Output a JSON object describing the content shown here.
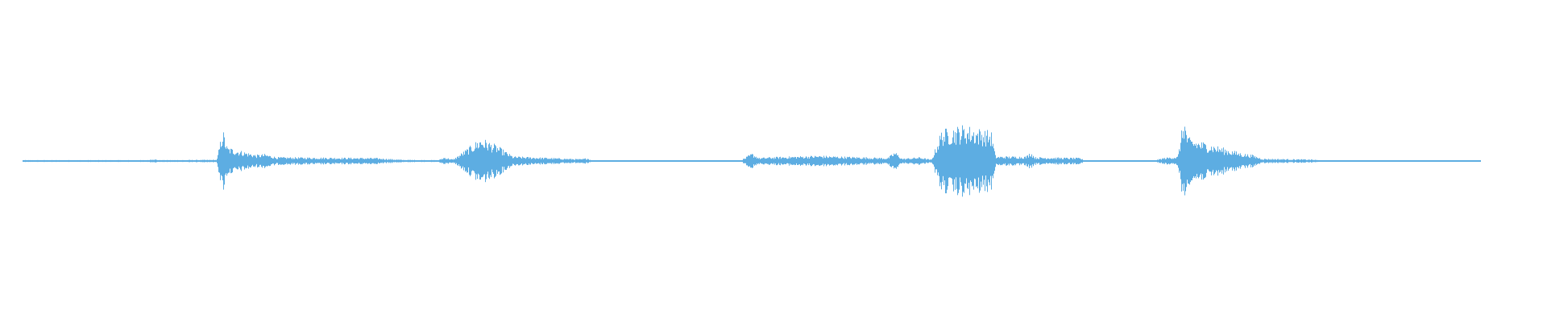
{
  "chart_data": {
    "type": "area",
    "kind": "audio-waveform",
    "color": "#5DADE2",
    "background": "#FFFFFF",
    "grid": false,
    "legend": "none",
    "ylim": [
      -1,
      1
    ],
    "envelope": [
      [
        0,
        0.006
      ],
      [
        0.086,
        0.006
      ],
      [
        0.089,
        0.014
      ],
      [
        0.093,
        0.006
      ],
      [
        0.133,
        0.008
      ],
      [
        0.137,
        0.21
      ],
      [
        0.14,
        0.09
      ],
      [
        0.16,
        0.04
      ],
      [
        0.166,
        0.045
      ],
      [
        0.174,
        0.025
      ],
      [
        0.241,
        0.02
      ],
      [
        0.26,
        0.008
      ],
      [
        0.285,
        0.006
      ],
      [
        0.289,
        0.025
      ],
      [
        0.295,
        0.01
      ],
      [
        0.306,
        0.09
      ],
      [
        0.314,
        0.15
      ],
      [
        0.325,
        0.1
      ],
      [
        0.336,
        0.03
      ],
      [
        0.383,
        0.012
      ],
      [
        0.387,
        0.02
      ],
      [
        0.39,
        0.004
      ],
      [
        0.492,
        0.004
      ],
      [
        0.495,
        0.02
      ],
      [
        0.5,
        0.05
      ],
      [
        0.505,
        0.02
      ],
      [
        0.512,
        0.025
      ],
      [
        0.546,
        0.035
      ],
      [
        0.559,
        0.03
      ],
      [
        0.593,
        0.02
      ],
      [
        0.598,
        0.06
      ],
      [
        0.603,
        0.015
      ],
      [
        0.615,
        0.025
      ],
      [
        0.623,
        0.008
      ],
      [
        0.63,
        0.2
      ],
      [
        0.645,
        0.23
      ],
      [
        0.664,
        0.19
      ],
      [
        0.667,
        0.03
      ],
      [
        0.688,
        0.03
      ],
      [
        0.691,
        0.06
      ],
      [
        0.694,
        0.025
      ],
      [
        0.725,
        0.02
      ],
      [
        0.728,
        0.004
      ],
      [
        0.776,
        0.004
      ],
      [
        0.782,
        0.02
      ],
      [
        0.792,
        0.03
      ],
      [
        0.796,
        0.29
      ],
      [
        0.799,
        0.15
      ],
      [
        0.836,
        0.05
      ],
      [
        0.843,
        0.04
      ],
      [
        0.85,
        0.015
      ],
      [
        0.884,
        0.01
      ],
      [
        0.891,
        0.004
      ],
      [
        1,
        0.004
      ]
    ]
  }
}
